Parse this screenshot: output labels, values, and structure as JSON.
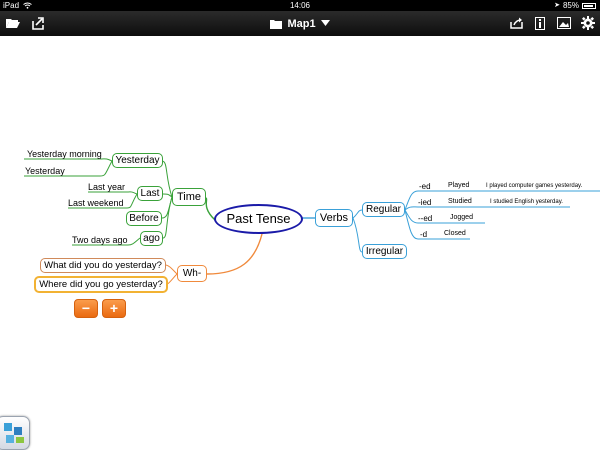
{
  "status_bar": {
    "device": "iPad",
    "time": "14:06",
    "battery": "85%",
    "battery_level": 0.85
  },
  "toolbar": {
    "title": "Map1"
  },
  "mindmap": {
    "central": "Past Tense",
    "time": {
      "label": "Time",
      "yesterday": {
        "label": "Yesterday",
        "children": [
          "Yesterday morning",
          "Yesterday"
        ]
      },
      "last": {
        "label": "Last",
        "children": [
          "Last year",
          "Last weekend"
        ]
      },
      "before": "Before",
      "ago": {
        "label": "ago",
        "children": [
          "Two days ago"
        ]
      }
    },
    "wh": {
      "label": "Wh-",
      "children": [
        "What did you do yesterday?",
        "Where did you go yesterday?"
      ]
    },
    "verbs": {
      "label": "Verbs",
      "regular": {
        "label": "Regular",
        "endings": [
          {
            "ending": "-ed",
            "verb": "Played",
            "example": "I played computer games yesterday."
          },
          {
            "ending": "-ied",
            "verb": "Studied",
            "example": "I studied English yesterday."
          },
          {
            "ending": "--ed",
            "verb": "Jogged",
            "example": ""
          },
          {
            "ending": "-d",
            "verb": "Closed",
            "example": ""
          }
        ]
      },
      "irregular": "Irregular"
    }
  },
  "zoom": {
    "out_label": "−",
    "in_label": "+"
  },
  "colors": {
    "time_branch": "#3aa23a",
    "wh_branch": "#f08a3c",
    "verbs_branch": "#3aa0d8",
    "central_border": "#1a1aa8"
  }
}
